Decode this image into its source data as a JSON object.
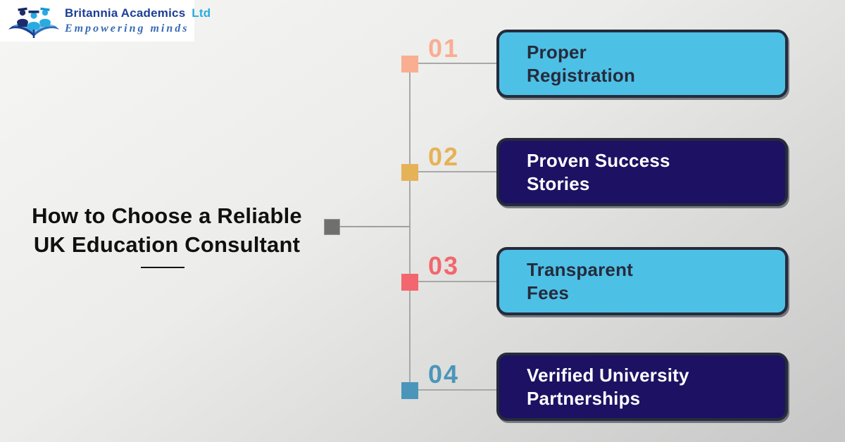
{
  "logo": {
    "name_main": "Britannia Academics",
    "name_suffix": "Ltd",
    "tagline": "Empowering minds",
    "colors": {
      "name_main": "#1d3e96",
      "name_suffix": "#29abe2",
      "tagline": "#3a6bb5"
    }
  },
  "title": {
    "line1": "How to Choose a Reliable",
    "line2": "UK Education Consultant"
  },
  "timeline": {
    "connector_color": "#a8a8a8",
    "hub_color": "#6f6f6f",
    "box_border_color": "#252b3a",
    "items": [
      {
        "number": "01",
        "label_line1": "Proper",
        "label_line2": "Registration",
        "accent": "#f9ae92",
        "box_bg": "#4dc0e6",
        "text_color": "#262b3b"
      },
      {
        "number": "02",
        "label_line1": "Proven Success",
        "label_line2": "Stories",
        "accent": "#e6b257",
        "box_bg": "#1d1163",
        "text_color": "#ffffff"
      },
      {
        "number": "03",
        "label_line1": "Transparent",
        "label_line2": "Fees",
        "accent": "#f2676d",
        "box_bg": "#4dc0e6",
        "text_color": "#262b3b"
      },
      {
        "number": "04",
        "label_line1": "Verified University",
        "label_line2": "Partnerships",
        "accent": "#4a96ba",
        "box_bg": "#1d1163",
        "text_color": "#ffffff"
      }
    ]
  }
}
